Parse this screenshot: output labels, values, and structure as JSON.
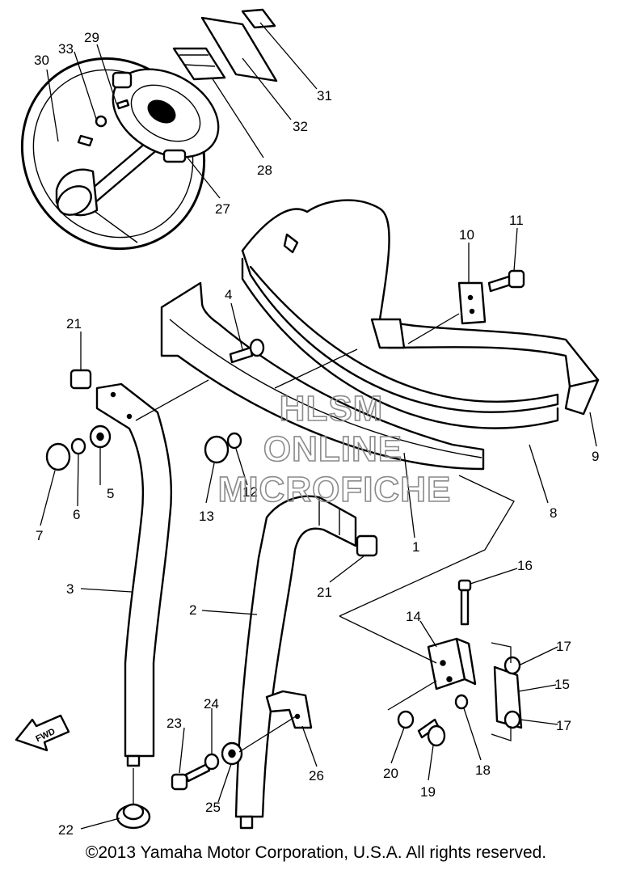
{
  "diagram": {
    "callouts": [
      "30",
      "33",
      "29",
      "31",
      "32",
      "28",
      "27",
      "10",
      "11",
      "4",
      "21",
      "9",
      "8",
      "1",
      "7",
      "6",
      "5",
      "13",
      "12",
      "3",
      "2",
      "21",
      "16",
      "14",
      "17",
      "15",
      "17",
      "23",
      "24",
      "26",
      "25",
      "20",
      "19",
      "18",
      "22"
    ],
    "watermark": [
      "HLSM",
      "ONLINE",
      "MICROFICHE"
    ],
    "fwd_label": "FWD"
  },
  "footer": {
    "copyright": "©2013 Yamaha Motor Corporation, U.S.A. All rights reserved."
  }
}
